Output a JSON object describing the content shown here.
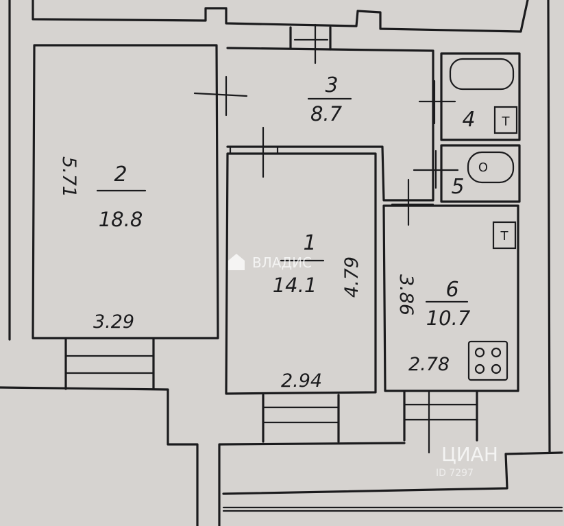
{
  "rooms": [
    {
      "id": "1",
      "number": "1",
      "area": "14.1"
    },
    {
      "id": "2",
      "number": "2",
      "area": "18.8"
    },
    {
      "id": "3",
      "number": "3",
      "area": "8.7"
    },
    {
      "id": "4",
      "number": "4"
    },
    {
      "id": "5",
      "number": "5"
    },
    {
      "id": "6",
      "number": "6",
      "area": "10.7"
    }
  ],
  "dimensions": {
    "room2_height": "5.71",
    "room2_width": "3.29",
    "room1_height": "4.79",
    "room1_width": "2.94",
    "room6_height": "3.86",
    "room6_width": "2.78"
  },
  "fixture_labels": {
    "t_symbol": "T",
    "o_symbol": "O"
  },
  "watermarks": {
    "vladis": "ВЛАДИС",
    "cian": "ЦИАН",
    "cian_id": "ID 7297"
  },
  "colors": {
    "paper": "#d6d3d0",
    "ink": "#1b1b1d"
  }
}
